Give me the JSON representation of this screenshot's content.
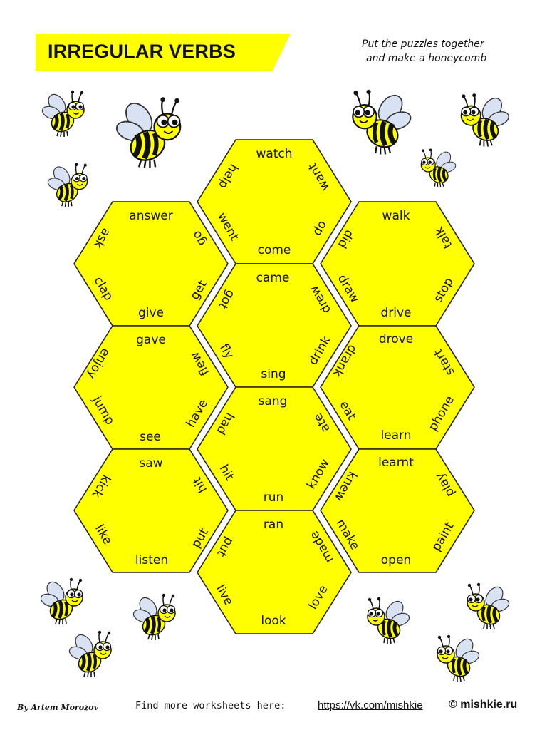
{
  "header": {
    "title": "IRREGULAR VERBS",
    "instructions_line1": "Put the puzzles together",
    "instructions_line2": "and make a honeycomb",
    "banner_color": "#ffff00"
  },
  "honeycomb": {
    "cell_color": "#ffff00",
    "border_color": "#222222",
    "cells": [
      {
        "id": "center-1",
        "top": "watch",
        "upper_right": "want",
        "lower_right": "do",
        "bottom": "come",
        "lower_left": "went",
        "upper_left": "help"
      },
      {
        "id": "center-2",
        "top": "came",
        "upper_right": "drew",
        "lower_right": "drink",
        "bottom": "sing",
        "lower_left": "fly",
        "upper_left": "got"
      },
      {
        "id": "center-3",
        "top": "sang",
        "upper_right": "ate",
        "lower_right": "know",
        "bottom": "run",
        "lower_left": "hit",
        "upper_left": "had"
      },
      {
        "id": "center-4",
        "top": "ran",
        "upper_right": "made",
        "lower_right": "love",
        "bottom": "look",
        "lower_left": "live",
        "upper_left": "put"
      },
      {
        "id": "left-1",
        "top": "answer",
        "upper_right": "go",
        "lower_right": "get",
        "bottom": "give",
        "lower_left": "clap",
        "upper_left": "ask"
      },
      {
        "id": "left-2",
        "top": "gave",
        "upper_right": "flew",
        "lower_right": "have",
        "bottom": "see",
        "lower_left": "jump",
        "upper_left": "enjoy"
      },
      {
        "id": "left-3",
        "top": "saw",
        "upper_right": "hit",
        "lower_right": "put",
        "bottom": "listen",
        "lower_left": "like",
        "upper_left": "kick"
      },
      {
        "id": "right-1",
        "top": "walk",
        "upper_right": "talk",
        "lower_right": "stop",
        "bottom": "drive",
        "lower_left": "draw",
        "upper_left": "did"
      },
      {
        "id": "right-2",
        "top": "drove",
        "upper_right": "start",
        "lower_right": "phone",
        "bottom": "learn",
        "lower_left": "eat",
        "upper_left": "drank"
      },
      {
        "id": "right-3",
        "top": "learnt",
        "upper_right": "play",
        "lower_right": "paint",
        "bottom": "open",
        "lower_left": "make",
        "upper_left": "knew"
      }
    ]
  },
  "decorations": {
    "bee_icon": "bee-icon",
    "bee_count": 12
  },
  "footer": {
    "author": "By Artem Morozov",
    "find_more": "Find more worksheets here:",
    "link": "https://vk.com/mishkie",
    "copyright": "© mishkie.ru"
  }
}
